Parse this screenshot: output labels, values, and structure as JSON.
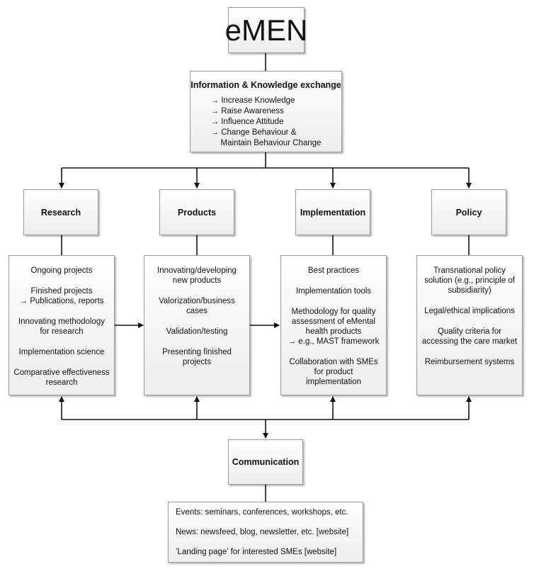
{
  "title": "eMEN",
  "info": {
    "heading": "Information & Knowledge exchange",
    "items": [
      "Increase Knowledge",
      "Raise Awareness",
      "Influence Attitude",
      "Change Behaviour &",
      "Maintain Behaviour Change"
    ],
    "arrow_glyph": "→"
  },
  "pillars": [
    {
      "heading": "Research",
      "items": [
        "Ongoing projects",
        "Finished projects",
        "→ Publications, reports",
        "Innovating methodology for research",
        "Implementation science",
        "Comparative effectiveness research"
      ]
    },
    {
      "heading": "Products",
      "items": [
        "Innovating/developing new products",
        "Valorization/business cases",
        "Validation/testing",
        "Presenting finished projects"
      ]
    },
    {
      "heading": "Implementation",
      "items": [
        "Best practices",
        "Implementation tools",
        "Methodology for quality assessment of eMental health products",
        "→ e.g., MAST framework",
        "Collaboration with SMEs for product implementation"
      ]
    },
    {
      "heading": "Policy",
      "items": [
        "Transnational policy solution (e.g., principle of subsidiarity)",
        "Legal/ethical implications",
        "Quality criteria for accessing the care market",
        "Reimbursement systems"
      ]
    }
  ],
  "communication": {
    "heading": "Communication",
    "items": [
      "Events: seminars, conferences, workshops, etc.",
      "News: newsfeed, blog, newsletter, etc. [website]",
      "’Landing page’ for interested SMEs [website]"
    ]
  }
}
